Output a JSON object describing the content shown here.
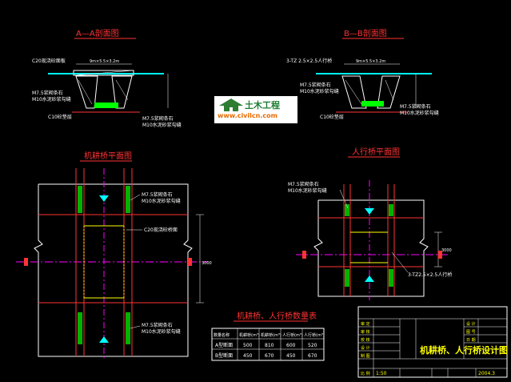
{
  "sections": {
    "a_section": "A—A剖面图",
    "b_section": "B—B剖面图",
    "vehicle_plan": "机耕桥平面图",
    "ped_plan": "人行桥平面图",
    "table_title": "机耕桥、人行桥数量表"
  },
  "labels": {
    "a_top_left": "C20现浇砼面板",
    "a_mid_left1": "M7.5浆砌条石",
    "a_mid_left2": "M10水泥砂浆勾缝",
    "a_bottom_left": "C10砼垫层",
    "a_bottom_right": "M7.5浆砌条石",
    "a_bottom_right2": "M10水泥砂浆勾缝",
    "a_dim": "9m×5.5×3.2m",
    "b_top_left": "3-TZ 2.5×2.5人行桥",
    "b_mid_left1": "M7.5浆砌条石",
    "b_mid_left2": "M10水泥砂浆勾缝",
    "b_bottom_right1": "M7.5浆砌条石",
    "b_bottom_right2": "M10水泥砂浆勾缝",
    "b_bottom_left": "C10砼垫层",
    "b_dim": "9m×5.5×3.2m",
    "v_right1": "M7.5浆砌条石",
    "v_right2": "M10水泥砂浆勾缝",
    "v_right3": "C20现浇砼桥面",
    "v_right4": "M7.5浆砌条石",
    "v_right5": "M10水泥砂浆勾缝",
    "v_dim": "3000",
    "p_left1": "M7.5浆砌条石",
    "p_left2": "M10水泥砂浆勾缝",
    "p_right": "3-TZ2.5×2.5人行桥",
    "p_dim": "3000"
  },
  "logo": {
    "name": "土木工程",
    "url": "www.civilcn.com"
  },
  "table": {
    "headers": [
      "数量名称",
      "机耕桥(m³)",
      "机耕桥(m³)",
      "人行桥(m³)",
      "人行桥(m³)"
    ],
    "rows": [
      [
        "A型断面",
        "500",
        "810",
        "600",
        "520"
      ],
      [
        "B型断面",
        "450",
        "670",
        "450",
        "670"
      ]
    ]
  },
  "title_block": {
    "title": "机耕桥、人行桥设计图",
    "scale": "1:50",
    "date": "2004.3",
    "left_cells": [
      "审 定",
      "审 核",
      "校 核",
      "设 计",
      "制 图",
      "比 例"
    ],
    "right_cells": [
      "设 计",
      "图 号",
      "日 期"
    ]
  },
  "colors": {
    "bg": "#000000",
    "green": "#00ff00",
    "red": "#ff2a2a",
    "yellow": "#ffff00",
    "cyan": "#00ffff",
    "white": "#ffffff",
    "magenta": "#ff00ff"
  }
}
